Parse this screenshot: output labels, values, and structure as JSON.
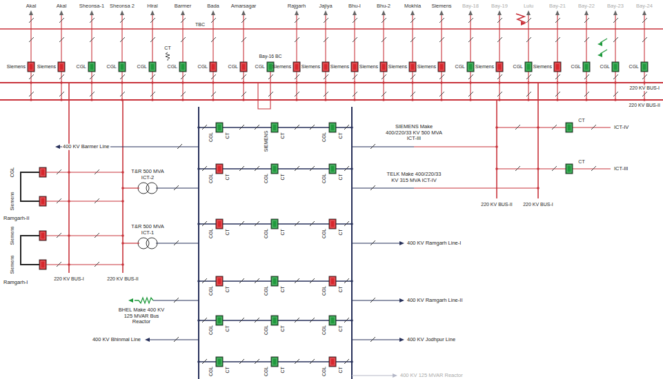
{
  "diagram": {
    "labels": [
      "Akal",
      "Akal",
      "Sheonsa-1",
      "Sheonsa 2",
      "Hiral",
      "Barmer",
      "Bada",
      "Amarsagar",
      "Rajgarh",
      "Jajiya",
      "Bhu-I",
      "Bhu-2",
      "Mokhla",
      "Siemens",
      "Bay-18",
      "Bay-19",
      "Lulu",
      "Bay-21",
      "Bay-22",
      "Bay-23",
      "Bay-24",
      "Siemens",
      "Siemens",
      "CGL",
      "CGL",
      "CGL",
      "CGL",
      "CGL",
      "CGL",
      "CGL",
      "Siemens",
      "Siemens",
      "Siemens",
      "Siemens",
      "Siemens",
      "Siemens",
      "CGL",
      "Siemens",
      "CGL",
      "Siemens",
      "CGL",
      "CGL",
      "CGL",
      "TBC",
      "CT",
      "Bay-16 BC",
      "220 KV BUS-I",
      "220 KV BUS-II",
      "400 KV Barmer Line",
      "T&R 500 MVA ICT-2",
      "T&R 500 MVA ICT-1",
      "BHEL Make 400 KV 125 MVAR Bus Reactor",
      "400 KV Bhinmal Line",
      "CGL",
      "Siemens",
      "Siemens",
      "Siemens",
      "Ramgarh-II",
      "Ramgarh-I",
      "220 KV BUS-I",
      "220 KV BUS-II",
      "CGL",
      "CT",
      "SIEMENS",
      "CT",
      "CGL",
      "CT",
      "CGL",
      "CT",
      "CGL",
      "CT",
      "CGL",
      "CT",
      "CGL",
      "CT",
      "CGL",
      "CT",
      "CGL",
      "CT",
      "CGL",
      "CT",
      "CGL",
      "CT",
      "CGL",
      "CT",
      "CGL",
      "CT",
      "CGL",
      "CT",
      "CGL",
      "CT",
      "CGL",
      "CT",
      "CGL",
      "CT",
      "CGL",
      "CT",
      "SIEMENS Make 400/220/33 KV 500 MVA ICT-III",
      "TELK Make 400/220/33 KV 315 MVA ICT-IV",
      "400 KV Ramgarh Line-I",
      "400 KV Ramgarh Line-II",
      "400 KV Jodhpur Line",
      "400 KV 125 MVAR Reactor",
      "220 KV BUS-II",
      "220 KV BUS-I",
      "CT",
      "ICT-IV",
      "CT",
      "ICT-III"
    ]
  }
}
